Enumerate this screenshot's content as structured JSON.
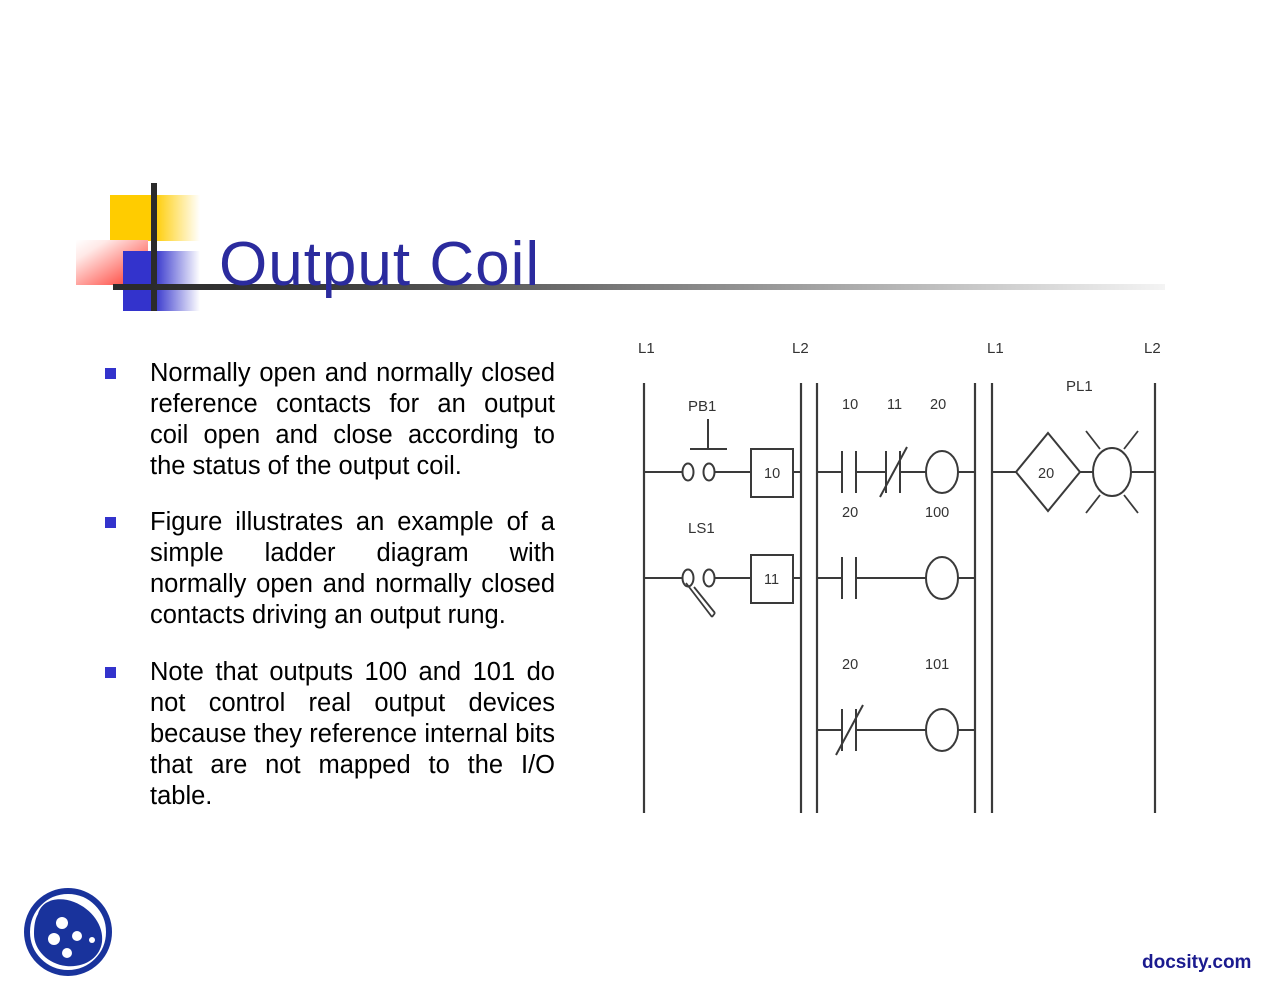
{
  "slide": {
    "title": "Output Coil",
    "title_color": "#2b2b9e",
    "bullet_color": "#3333cc",
    "bullets": [
      "Normally open and normally closed reference contacts for an output coil open and close according to the status of the output coil.",
      "Figure illustrates an example of a simple ladder diagram with normally open and normally closed contacts driving an output rung.",
      "Note that outputs 100 and 101 do not control real output devices because they reference internal bits that are not mapped to the I/O table."
    ]
  },
  "diagram": {
    "name": "ladder-diagram",
    "rail_labels": [
      "L1",
      "L2",
      "L1",
      "L2"
    ],
    "panels": [
      {
        "name": "field-wiring-panel",
        "rungs": [
          {
            "device_label": "PB1",
            "device_type": "pushbutton-normally-open",
            "terminal_box": "10"
          },
          {
            "device_label": "LS1",
            "device_type": "limit-switch-normally-open",
            "terminal_box": "11"
          }
        ]
      },
      {
        "name": "ladder-logic-panel",
        "rungs": [
          {
            "contacts": [
              {
                "address": "10",
                "type": "normally-open"
              },
              {
                "address": "11",
                "type": "normally-closed"
              }
            ],
            "coil": "20"
          },
          {
            "contacts": [
              {
                "address": "20",
                "type": "normally-open"
              }
            ],
            "coil": "100"
          },
          {
            "contacts": [
              {
                "address": "20",
                "type": "normally-closed"
              }
            ],
            "coil": "101"
          }
        ]
      },
      {
        "name": "output-wiring-panel",
        "rungs": [
          {
            "relay_contact": "20",
            "device_label": "PL1",
            "device_type": "pilot-light"
          }
        ]
      }
    ]
  },
  "footer": {
    "url": "docsity.com",
    "url_color": "#1b1b8f",
    "logo_name": "docsity-logo",
    "logo_color": "#19339c"
  }
}
